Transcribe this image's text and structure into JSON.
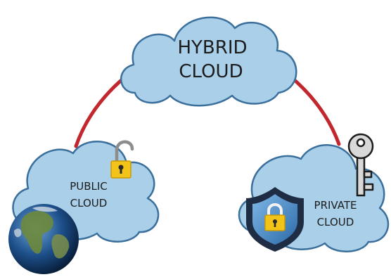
{
  "colors": {
    "cloud_fill": "#a9cfe9",
    "cloud_stroke": "#3b6f9c",
    "connector": "#c1272d",
    "lock_gold": "#f2c318",
    "shield_dark": "#1f2d44",
    "shield_blue": "#4a8ec9",
    "key_grey": "#d8d8d8"
  },
  "diagram": {
    "hybrid": {
      "line1": "HYBRID",
      "line2": "CLOUD"
    },
    "public": {
      "line1": "PUBLIC",
      "line2": "CLOUD"
    },
    "private": {
      "line1": "PRIVATE",
      "line2": "CLOUD"
    }
  },
  "icons": [
    "open-padlock-icon",
    "globe-icon",
    "shield-lock-icon",
    "key-icon"
  ]
}
